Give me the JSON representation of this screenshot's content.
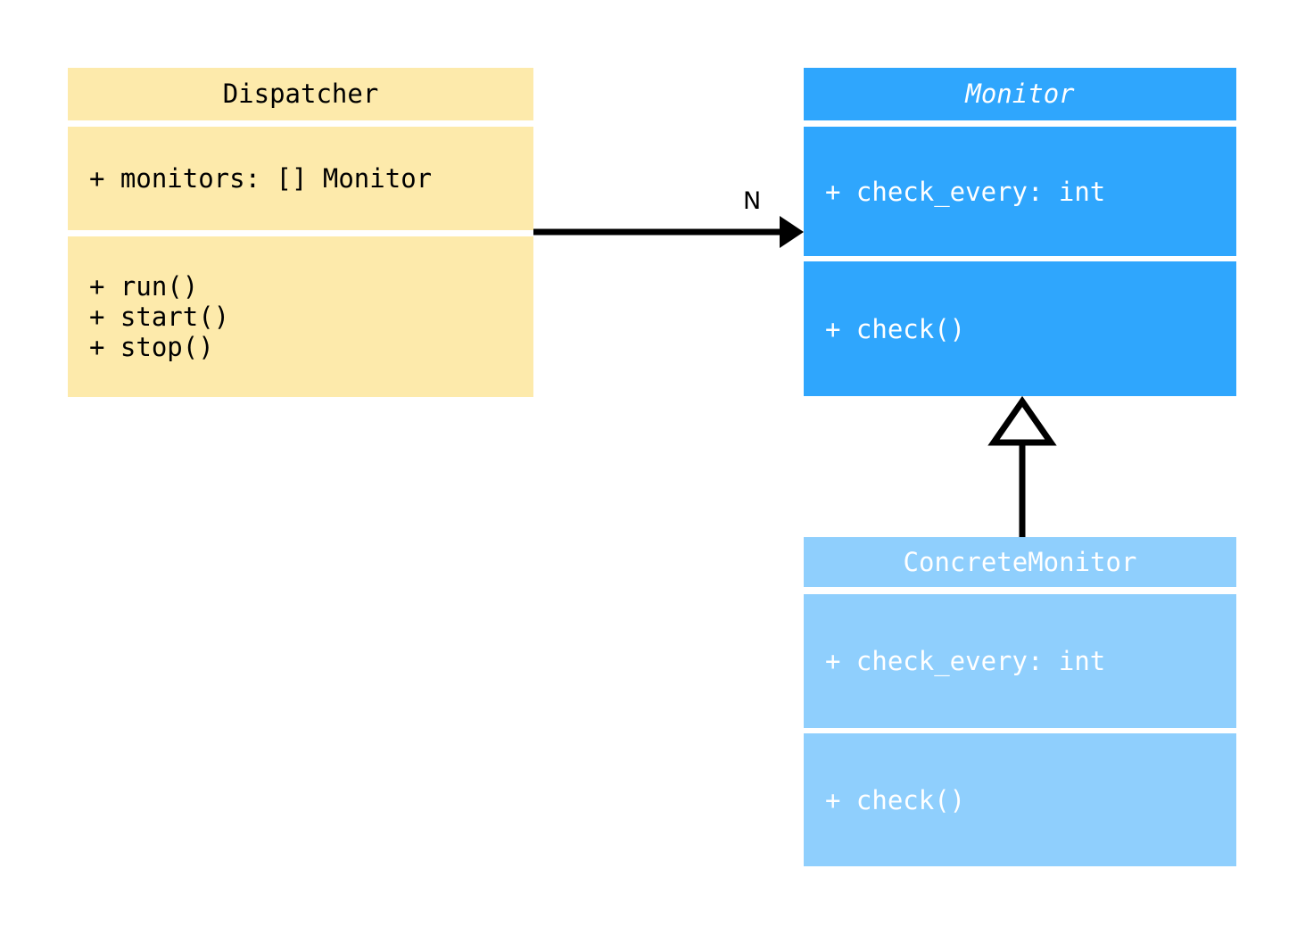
{
  "diagram": {
    "type": "uml-class-diagram",
    "background": "#ffffff",
    "classes": [
      {
        "id": "dispatcher",
        "name": "Dispatcher",
        "abstract": false,
        "fill": "#fdeaab",
        "text_color": "#000000",
        "attributes": [
          "+ monitors: [] Monitor"
        ],
        "methods": [
          "+ run()",
          "+ start()",
          "+ stop()"
        ]
      },
      {
        "id": "monitor",
        "name": "Monitor",
        "abstract": true,
        "fill": "#2fa6fd",
        "text_color": "#ffffff",
        "attributes": [
          "+ check_every: int"
        ],
        "methods": [
          "+ check()"
        ]
      },
      {
        "id": "concrete-monitor",
        "name": "ConcreteMonitor",
        "abstract": false,
        "fill": "#8fcffd",
        "text_color": "#ffffff",
        "attributes": [
          "+ check_every: int"
        ],
        "methods": [
          "+ check()"
        ]
      }
    ],
    "relationships": [
      {
        "id": "dispatcher-to-monitor",
        "kind": "association",
        "from": "Dispatcher",
        "to": "Monitor",
        "label": "N",
        "arrowhead": "filled-triangle",
        "line": "solid",
        "color": "#000000"
      },
      {
        "id": "concrete-monitor-to-monitor",
        "kind": "generalization",
        "from": "ConcreteMonitor",
        "to": "Monitor",
        "label": "",
        "arrowhead": "hollow-triangle",
        "line": "solid",
        "color": "#000000"
      }
    ]
  }
}
